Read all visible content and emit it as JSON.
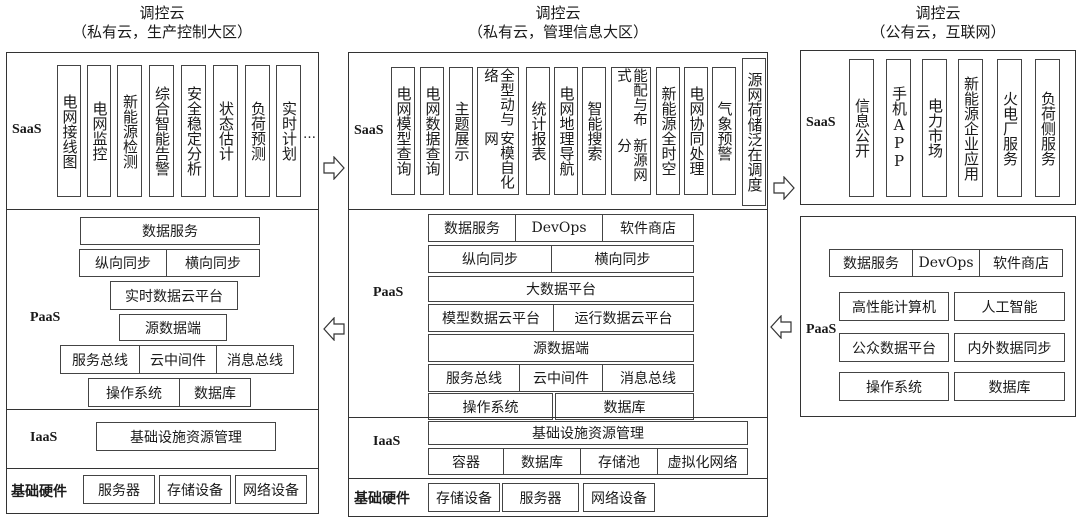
{
  "panels": {
    "left": {
      "title_line1": "调控云",
      "title_line2": "（私有云，生产控制大区）",
      "saas": {
        "label": "SaaS",
        "items": [
          "电网接线图",
          "电网监控",
          "新能源检测",
          "综合智能告警",
          "安全稳定分析",
          "状态估计",
          "负荷预测",
          "实时计划"
        ],
        "ellipsis": "…"
      },
      "paas": {
        "label": "PaaS",
        "rows": [
          [
            "数据服务"
          ],
          [
            "纵向同步",
            "横向同步"
          ],
          [
            "实时数据云平台"
          ],
          [
            "源数据端"
          ],
          [
            "服务总线",
            "云中间件",
            "消息总线"
          ],
          [
            "操作系统",
            "数据库"
          ]
        ]
      },
      "iaas": {
        "label": "IaaS",
        "items": [
          "基础设施资源管理"
        ]
      },
      "hardware": {
        "label": "基础硬件",
        "items": [
          "服务器",
          "存储设备",
          "网络设备"
        ]
      }
    },
    "middle": {
      "title_line1": "调控云",
      "title_line2": "（私有云，管理信息大区）",
      "saas": {
        "label": "SaaS",
        "items": [
          {
            "text": "电网模型查询"
          },
          {
            "text": "电网数据查询"
          },
          {
            "text": "主题展示"
          },
          {
            "text": "全模型安全自动化网络",
            "col1": "全型动与络",
            "col2": "安模自化网"
          },
          {
            "text": "统计报表"
          },
          {
            "text": "电网地理导航"
          },
          {
            "text": "智能搜索"
          },
          {
            "text": "新能源配网与分布式",
            "col1": "能配与布式",
            "col2": "新源网分"
          },
          {
            "text": "新能源全时空"
          },
          {
            "text": "电网协同处理"
          },
          {
            "text": "气象预警"
          },
          {
            "text": "源网荷储泛在调度"
          }
        ]
      },
      "paas": {
        "label": "PaaS",
        "rows": [
          [
            "数据服务",
            "DevOps",
            "软件商店"
          ],
          [
            "纵向同步",
            "横向同步"
          ],
          [
            "大数据平台"
          ],
          [
            "模型数据云平台",
            "运行数据云平台"
          ],
          [
            "源数据端"
          ],
          [
            "服务总线",
            "云中间件",
            "消息总线"
          ],
          [
            "操作系统",
            "数据库"
          ]
        ]
      },
      "iaas": {
        "label": "IaaS",
        "top": "基础设施资源管理",
        "items": [
          "容器",
          "数据库",
          "存储池",
          "虚拟化网络"
        ]
      },
      "hardware": {
        "label": "基础硬件",
        "items": [
          "存储设备",
          "服务器",
          "网络设备"
        ]
      }
    },
    "right": {
      "title_line1": "调控云",
      "title_line2": "（公有云，互联网）",
      "saas": {
        "label": "SaaS",
        "items": [
          "信息公开",
          "手机APP",
          "电力市场",
          "新能源企业应用",
          "火电厂服务",
          "负荷侧服务"
        ]
      },
      "paas": {
        "label": "PaaS",
        "rows": [
          [
            "数据服务",
            "DevOps",
            "软件商店"
          ],
          [
            "高性能计算机",
            "人工智能"
          ],
          [
            "公众数据平台",
            "内外数据同步"
          ],
          [
            "操作系统",
            "数据库"
          ]
        ]
      }
    }
  },
  "arrows": [
    {
      "name": "left-to-middle-saas-arrow",
      "direction": "right"
    },
    {
      "name": "middle-to-left-paas-arrow",
      "direction": "left"
    },
    {
      "name": "middle-to-right-saas-arrow",
      "direction": "right"
    },
    {
      "name": "right-to-middle-paas-arrow",
      "direction": "left"
    }
  ]
}
